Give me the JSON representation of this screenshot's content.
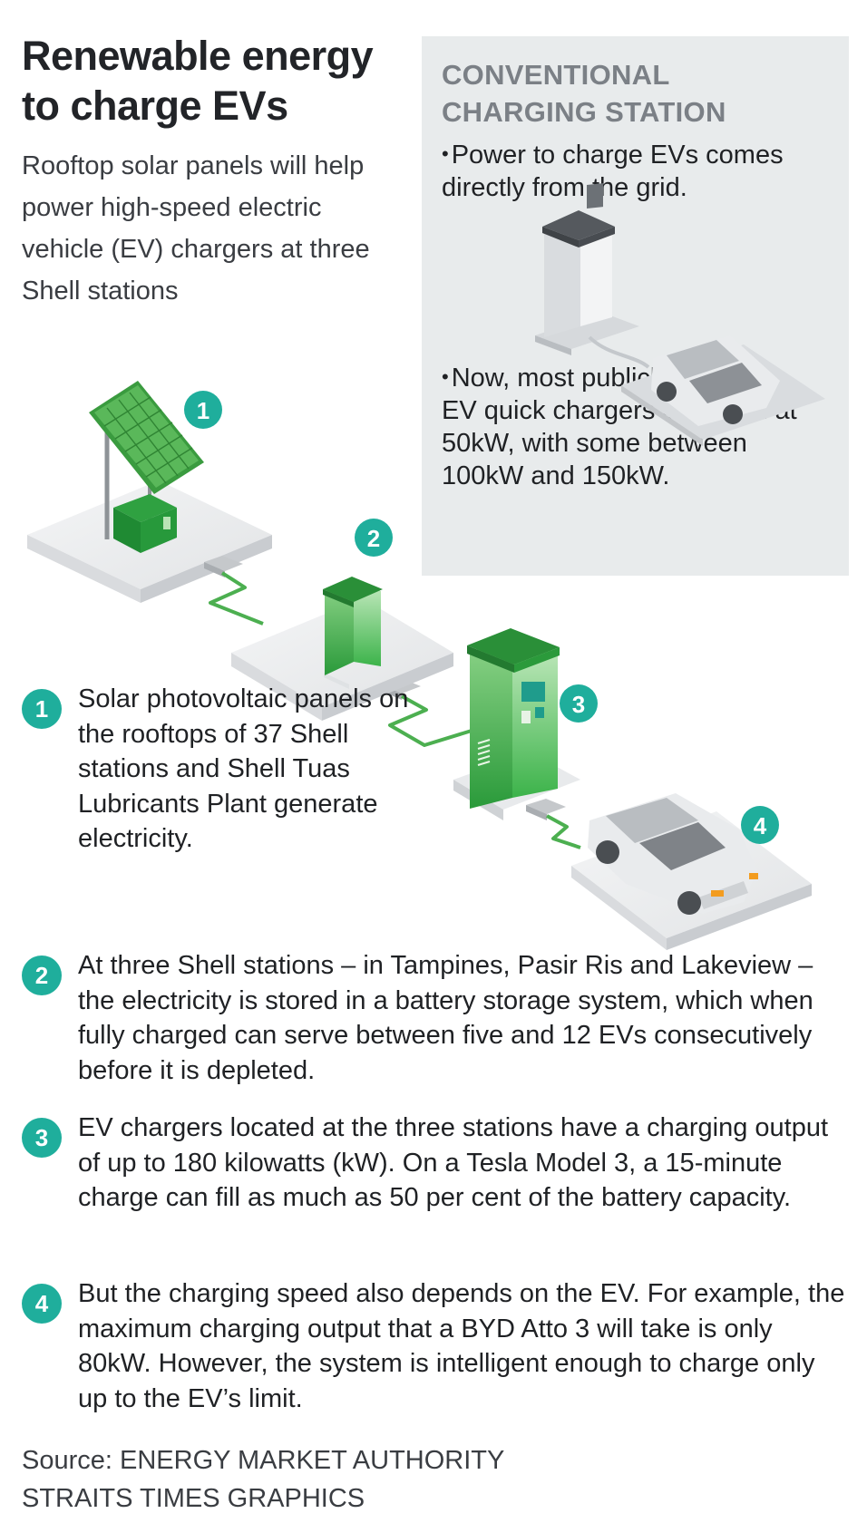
{
  "header": {
    "title": "Renewable energy to charge EVs",
    "subtitle": "Rooftop solar panels will help power high-speed electric vehicle (EV) chargers at three Shell stations"
  },
  "conventional": {
    "title": "CONVENTIONAL CHARGING STATION",
    "point_1": "Power to charge EVs comes directly from the grid.",
    "point_2": "Now, most publicly available EV quick chargers are rated at 50kW, with some between 100kW and 150kW.",
    "bullet": "•"
  },
  "diagram": {
    "labels": [
      "1",
      "2",
      "3",
      "4"
    ]
  },
  "steps": [
    {
      "number": "1",
      "text": "Solar photovoltaic panels on the rooftops of 37 Shell stations and Shell Tuas Lubricants Plant generate electricity."
    },
    {
      "number": "2",
      "text": "At three Shell stations – in Tampines, Pasir Ris and Lakeview – the electricity is stored in a battery storage system, which when fully charged can serve between five and 12 EVs consecutively before it is depleted."
    },
    {
      "number": "3",
      "text": "EV chargers located at the three stations have a charging output of up to 180 kilowatts (kW). On a Tesla Model 3, a 15-minute charge can fill as much as 50 per cent of the battery capacity."
    },
    {
      "number": "4",
      "text": "But the charging speed also depends on the EV. For example, the maximum charging output that a BYD Atto 3 will take is only 80kW. However, the system is intelligent enough to charge only up to the EV’s limit."
    }
  ],
  "footer": {
    "source": "Source: ENERGY MARKET AUTHORITY",
    "credit": "STRAITS TIMES GRAPHICS"
  },
  "colors": {
    "accent_teal": "#1fae9c",
    "green": "#3cb34a",
    "panel_grey": "#e8ebec"
  }
}
